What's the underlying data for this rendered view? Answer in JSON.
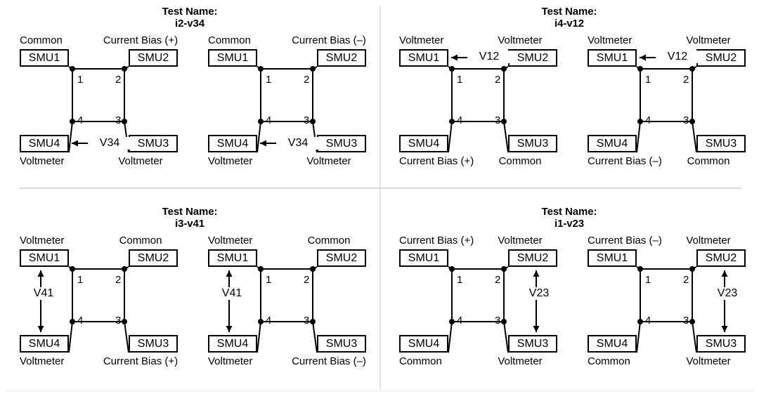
{
  "figure": {
    "title_prefix": "Test Name:",
    "node_numbers": [
      "1",
      "2",
      "3",
      "4"
    ],
    "box_labels": [
      "SMU1",
      "SMU2",
      "SMU3",
      "SMU4"
    ],
    "terminal_roles": {
      "common": "Common",
      "voltmeter": "Voltmeter",
      "bias_pos": "Current Bias (+)",
      "bias_neg": "Current Bias (–)"
    }
  },
  "panels": [
    {
      "id": "i2-v34",
      "test_name": "i2-v34",
      "cells": [
        {
          "polarity": "positive",
          "smu1": "SMU1",
          "smu2": "SMU2",
          "smu3": "SMU3",
          "smu4": "SMU4",
          "role_top_left": "Common",
          "role_top_right": "Current Bias (+)",
          "role_bottom_left": "Voltmeter",
          "role_bottom_right": "Voltmeter",
          "measure_label": "V34",
          "measure_orientation": "horizontal-bottom"
        },
        {
          "polarity": "negative",
          "smu1": "SMU1",
          "smu2": "SMU2",
          "smu3": "SMU3",
          "smu4": "SMU4",
          "role_top_left": "Common",
          "role_top_right": "Current Bias (–)",
          "role_bottom_left": "Voltmeter",
          "role_bottom_right": "Voltmeter",
          "measure_label": "V34",
          "measure_orientation": "horizontal-bottom"
        }
      ]
    },
    {
      "id": "i4-v12",
      "test_name": "i4-v12",
      "cells": [
        {
          "polarity": "positive",
          "smu1": "SMU1",
          "smu2": "SMU2",
          "smu3": "SMU3",
          "smu4": "SMU4",
          "role_top_left": "Voltmeter",
          "role_top_right": "Voltmeter",
          "role_bottom_left": "Current Bias (+)",
          "role_bottom_right": "Common",
          "measure_label": "V12",
          "measure_orientation": "horizontal-top"
        },
        {
          "polarity": "negative",
          "smu1": "SMU1",
          "smu2": "SMU2",
          "smu3": "SMU3",
          "smu4": "SMU4",
          "role_top_left": "Voltmeter",
          "role_top_right": "Voltmeter",
          "role_bottom_left": "Current Bias (–)",
          "role_bottom_right": "Common",
          "measure_label": "V12",
          "measure_orientation": "horizontal-top"
        }
      ]
    },
    {
      "id": "i3-v41",
      "test_name": "i3-v41",
      "cells": [
        {
          "polarity": "positive",
          "smu1": "SMU1",
          "smu2": "SMU2",
          "smu3": "SMU3",
          "smu4": "SMU4",
          "role_top_left": "Voltmeter",
          "role_top_right": "Common",
          "role_bottom_left": "Voltmeter",
          "role_bottom_right": "Current Bias (+)",
          "measure_label": "V41",
          "measure_orientation": "vertical-left"
        },
        {
          "polarity": "negative",
          "smu1": "SMU1",
          "smu2": "SMU2",
          "smu3": "SMU3",
          "smu4": "SMU4",
          "role_top_left": "Voltmeter",
          "role_top_right": "Common",
          "role_bottom_left": "Voltmeter",
          "role_bottom_right": "Current Bias (–)",
          "measure_label": "V41",
          "measure_orientation": "vertical-left"
        }
      ]
    },
    {
      "id": "i1-v23",
      "test_name": "i1-v23",
      "cells": [
        {
          "polarity": "positive",
          "smu1": "SMU1",
          "smu2": "SMU2",
          "smu3": "SMU3",
          "smu4": "SMU4",
          "role_top_left": "Current Bias (+)",
          "role_top_right": "Voltmeter",
          "role_bottom_left": "Common",
          "role_bottom_right": "Voltmeter",
          "measure_label": "V23",
          "measure_orientation": "vertical-right"
        },
        {
          "polarity": "negative",
          "smu1": "SMU1",
          "smu2": "SMU2",
          "smu3": "SMU3",
          "smu4": "SMU4",
          "role_top_left": "Current Bias (–)",
          "role_top_right": "Voltmeter",
          "role_bottom_left": "Common",
          "role_bottom_right": "Voltmeter",
          "measure_label": "V23",
          "measure_orientation": "vertical-right"
        }
      ]
    }
  ]
}
